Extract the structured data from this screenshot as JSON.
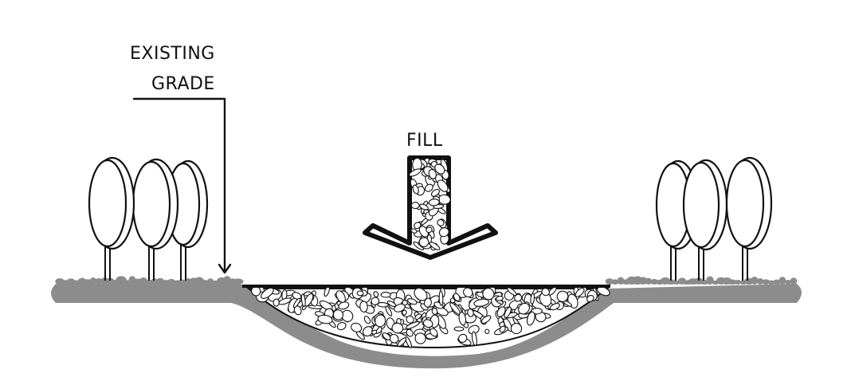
{
  "labels": {
    "existing_line1": "EXISTING",
    "existing_line2": "GRADE",
    "fill": "FILL"
  },
  "colors": {
    "ground": "#8c8c8c",
    "ink": "#111111",
    "tree_fill": "#ffffff",
    "background": "#ffffff"
  },
  "icons": {
    "tree": "tree-icon",
    "arrow": "down-arrow-icon",
    "stone": "stone-icon"
  }
}
